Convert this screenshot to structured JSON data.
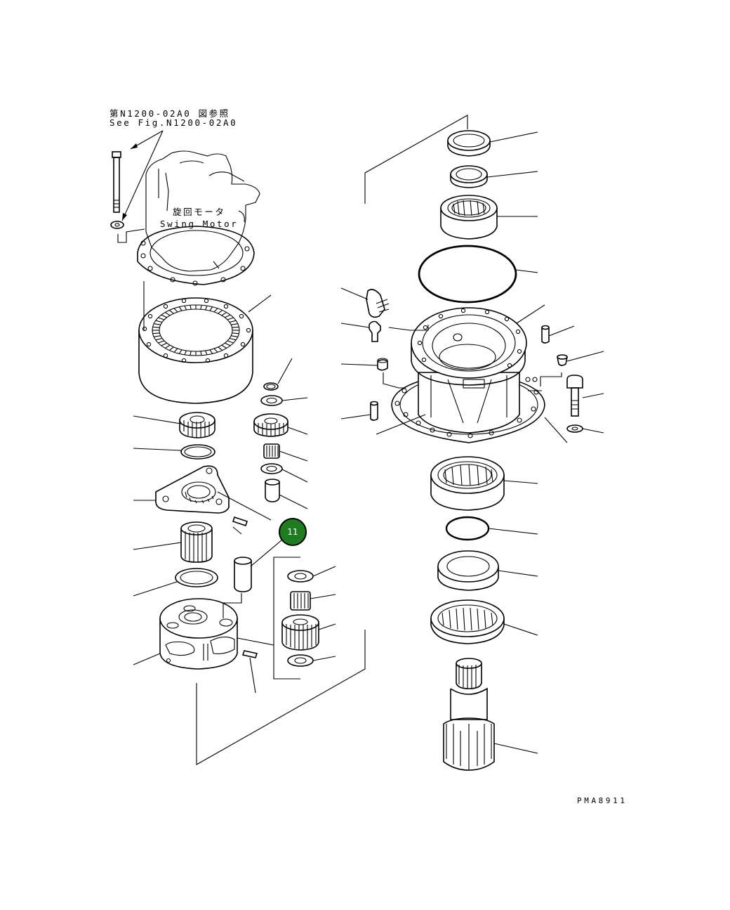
{
  "references": {
    "see_fig_jp": "第N1200-02A0 図参照",
    "see_fig_en": "See Fig.N1200-02A0"
  },
  "motor": {
    "label_jp": "旋回モータ",
    "label_en": "Swing Motor"
  },
  "callout": {
    "number": "11",
    "color": "#1e7d1e"
  },
  "drawing_code": "PMA8911"
}
